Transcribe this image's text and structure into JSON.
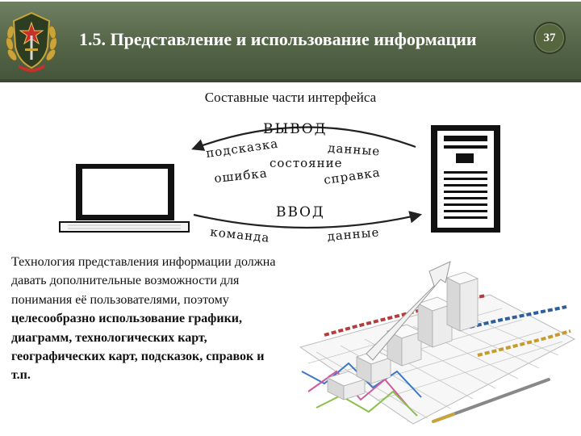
{
  "header": {
    "title": "1.5. Представление и использование информации",
    "page_number": "37"
  },
  "subtitle": "Составные части интерфейса",
  "diagram": {
    "output_label": "ВЫВОД",
    "output_items": [
      "подсказка",
      "данные",
      "состояние",
      "ошибка",
      "справка"
    ],
    "input_label": "ВВОД",
    "input_items": [
      "команда",
      "данные"
    ]
  },
  "body": {
    "plain": "Технология представления информации должна давать дополнительные возможности для понимания её пользователями, поэтому ",
    "bold": "целесообразно использование графики, диаграмм, технологических карт, географических карт, подсказок, справок и т.п."
  },
  "colors": {
    "header_green": "#556548",
    "header_text": "#ffffff"
  }
}
